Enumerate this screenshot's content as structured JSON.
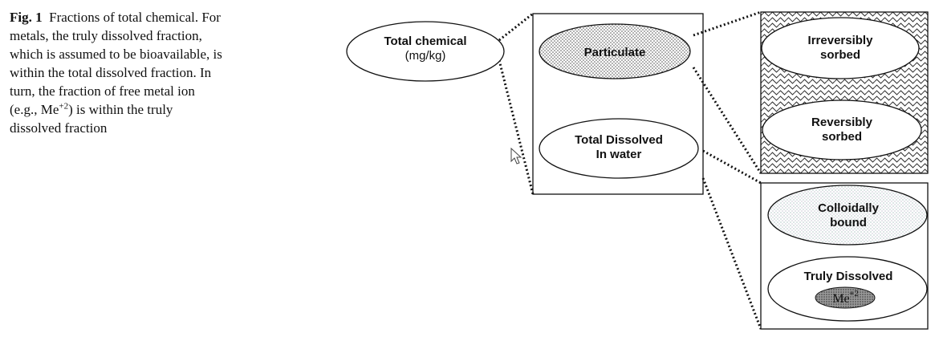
{
  "caption": {
    "label": "Fig. 1",
    "text_pre": "Fractions of total chemical. For metals, the truly dissolved fraction, which is assumed to be bioavailable, is within the total dissolved fraction. In turn, the fraction of free metal ion (e.g., Me",
    "superscript": "+2",
    "text_post": ") is within the truly dissolved fraction"
  },
  "diagram": {
    "total": {
      "line1": "Total chemical",
      "line2": "(mg/kg)"
    },
    "particulate": "Particulate",
    "dissolved": {
      "line1": "Total Dissolved",
      "line2": "In water"
    },
    "irreversibly": {
      "line1": "Irreversibly",
      "line2": "sorbed"
    },
    "reversibly": {
      "line1": "Reversibly",
      "line2": "sorbed"
    },
    "colloidal": {
      "line1": "Colloidally",
      "line2": "bound"
    },
    "truly": {
      "line1": "Truly Dissolved"
    },
    "ion": {
      "base": "Me",
      "sup": "+2"
    }
  }
}
